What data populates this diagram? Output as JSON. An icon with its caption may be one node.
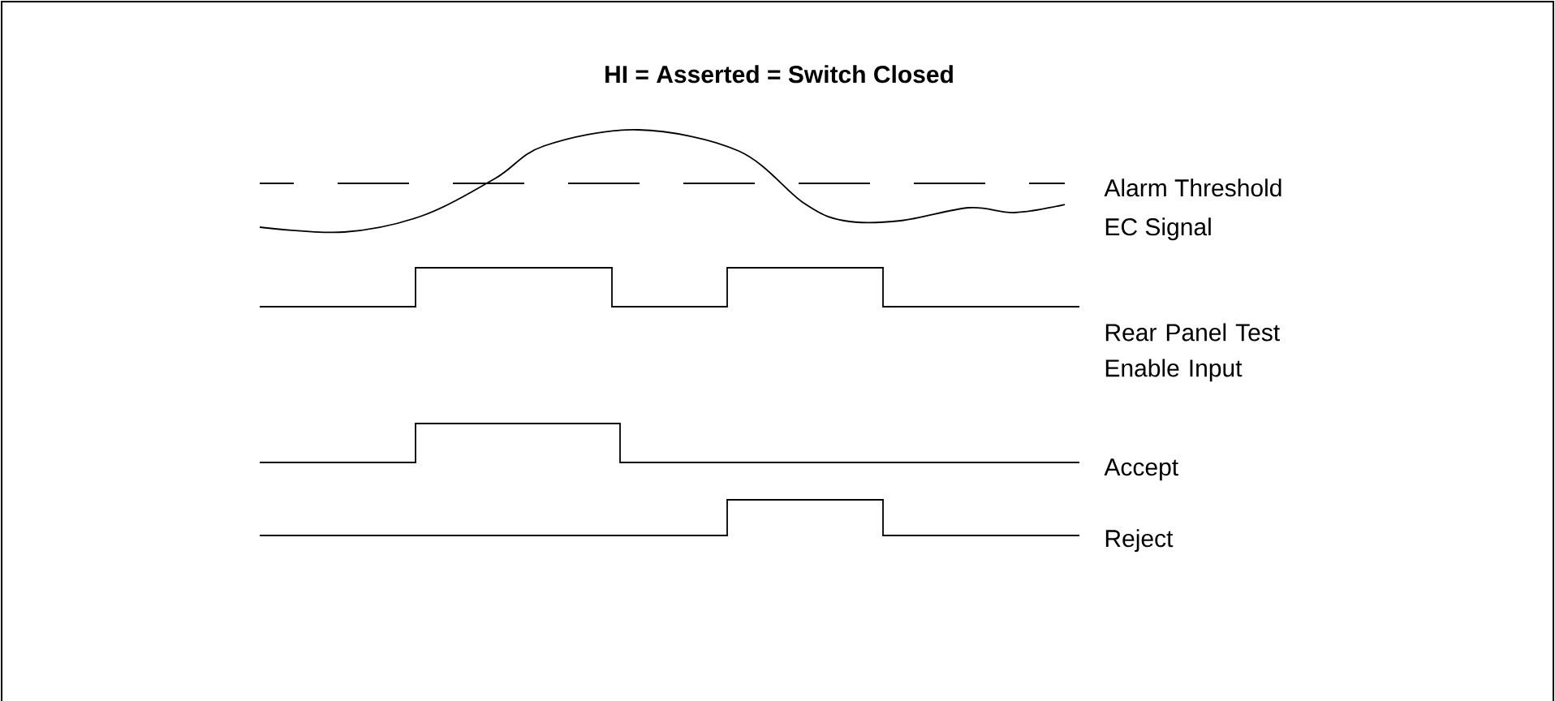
{
  "diagram": {
    "title": "HI = Asserted = Switch Closed",
    "labels": [
      "Alarm Threshold",
      "EC Signal",
      "Rear Panel Test Enable Input",
      "Accept",
      "Reject"
    ]
  }
}
